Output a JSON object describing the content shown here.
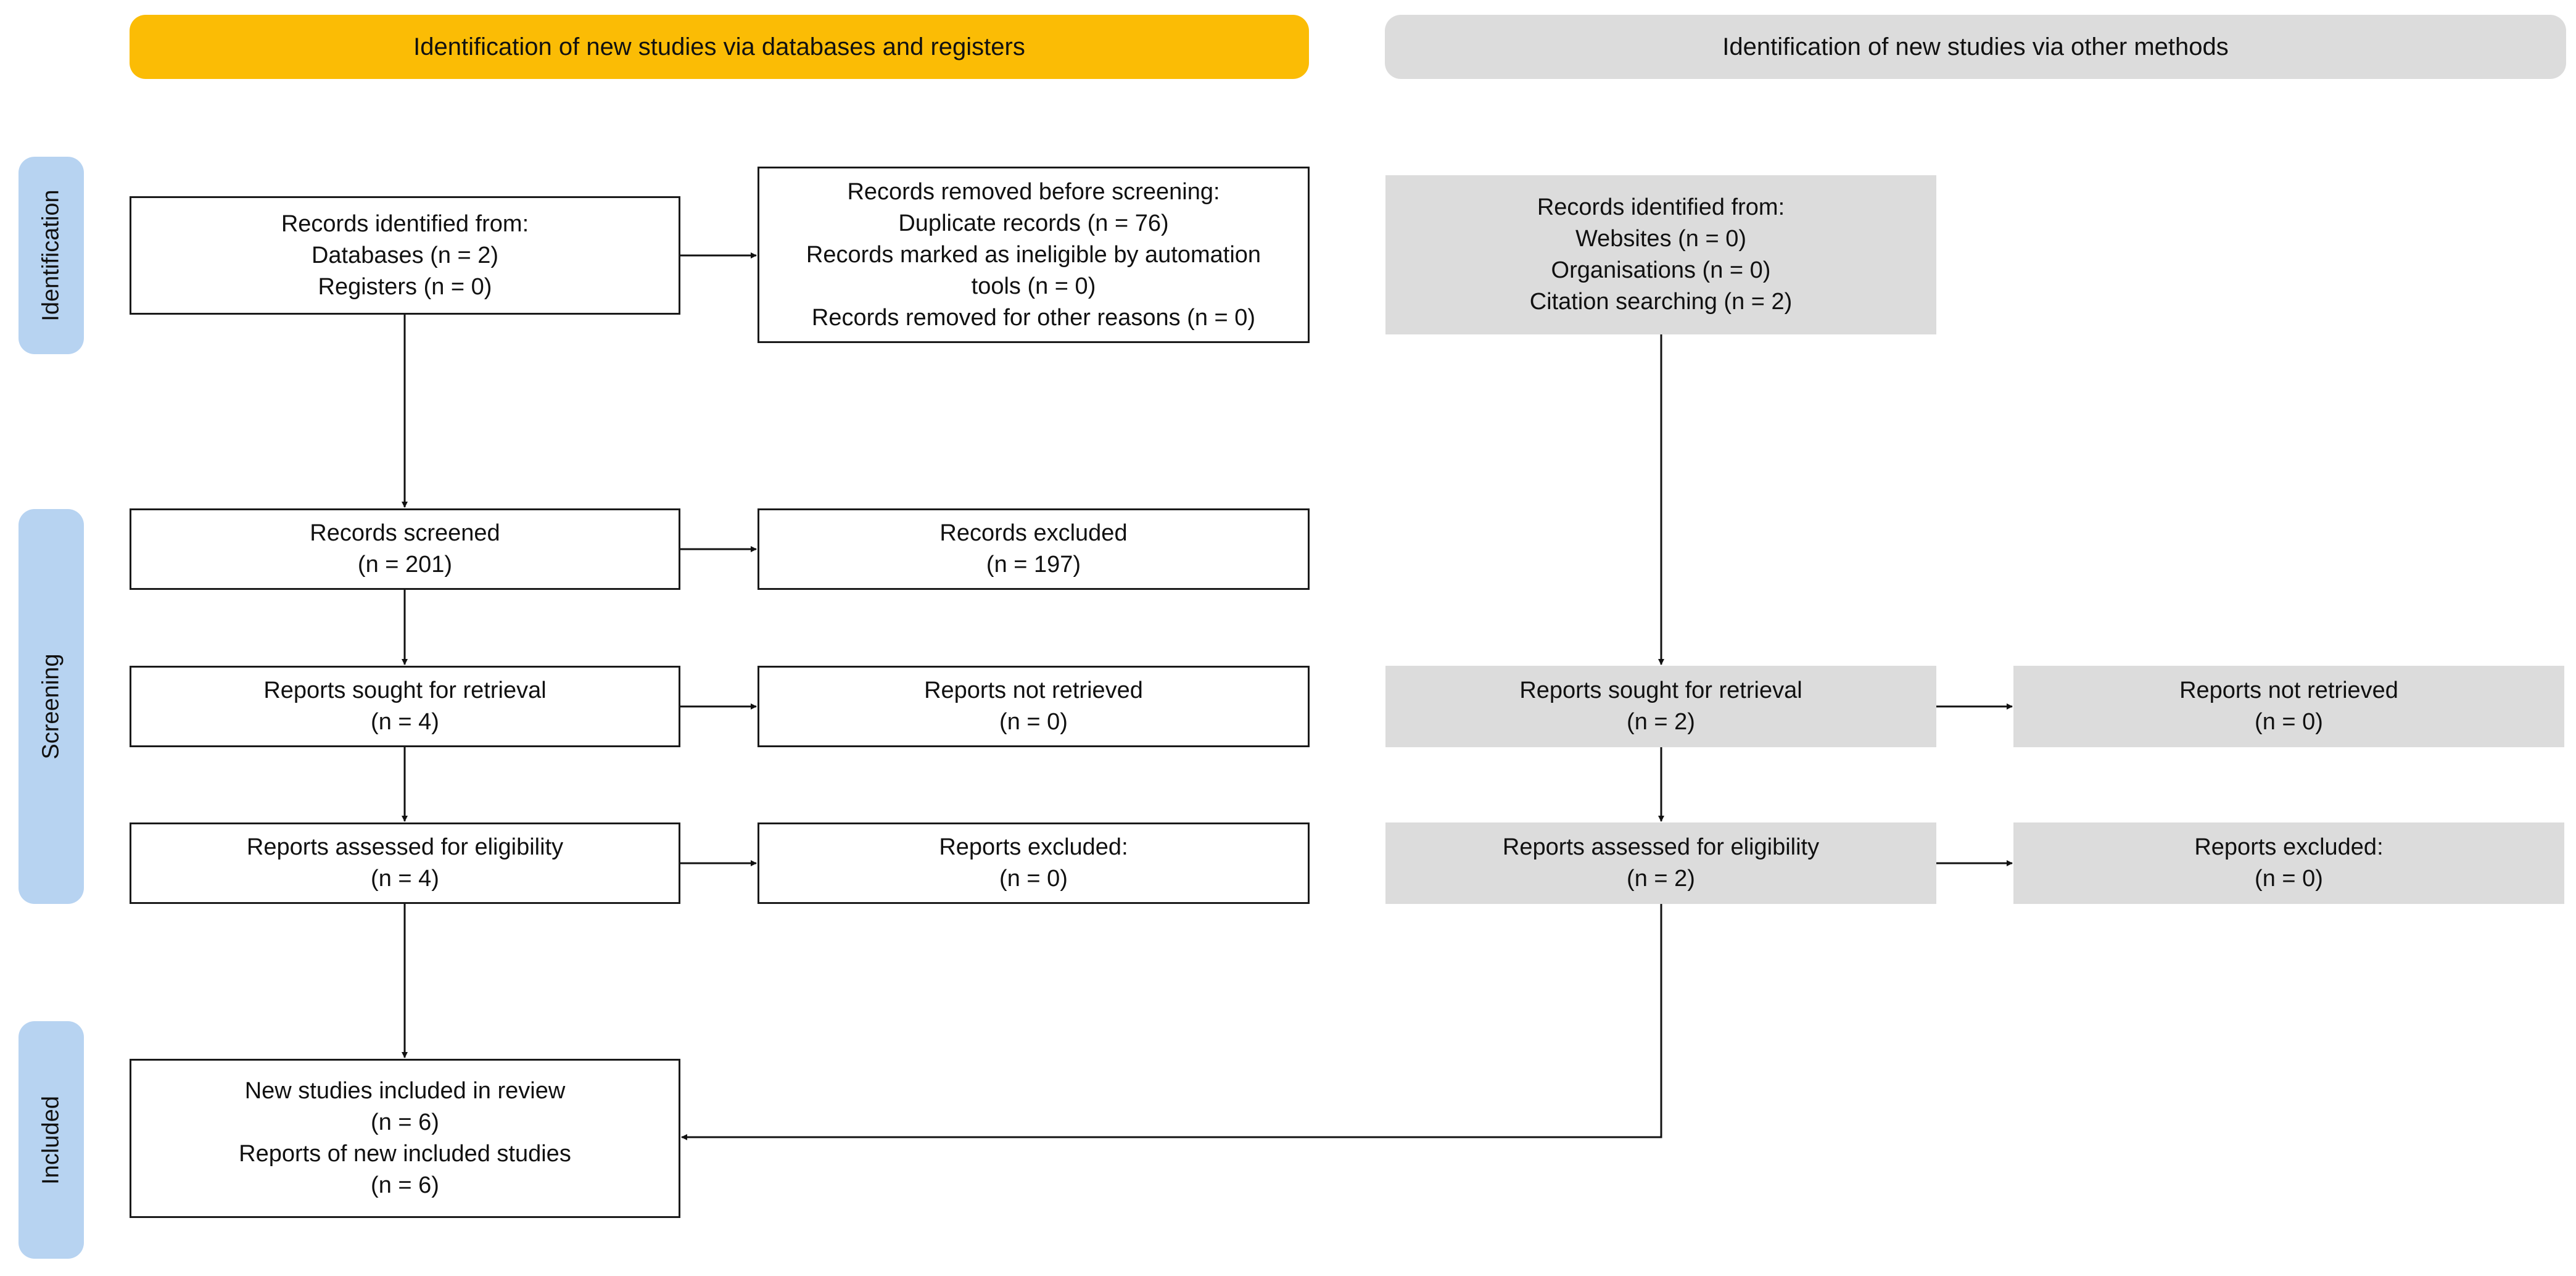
{
  "headers": {
    "databases": "Identification of new studies via databases and registers",
    "other": "Identification of new studies via other methods"
  },
  "stages": {
    "identification": "Identification",
    "screening": "Screening",
    "included": "Included"
  },
  "boxes": {
    "db_identified": [
      "Records identified from:",
      "Databases (n = 2)",
      "Registers (n = 0)"
    ],
    "db_removed": [
      "Records removed before screening:",
      "Duplicate records (n = 76)",
      "Records marked as ineligible by automation",
      "tools (n = 0)",
      "Records removed for other reasons (n = 0)"
    ],
    "db_screened": [
      "Records screened",
      "(n = 201)"
    ],
    "db_excluded": [
      "Records excluded",
      "(n = 197)"
    ],
    "db_sought": [
      "Reports sought for retrieval",
      "(n = 4)"
    ],
    "db_not_retrieved": [
      "Reports not retrieved",
      "(n = 0)"
    ],
    "db_assessed": [
      "Reports assessed for eligibility",
      "(n = 4)"
    ],
    "db_reports_excluded": [
      "Reports excluded:",
      "(n = 0)"
    ],
    "included": [
      "New studies included in review",
      "(n = 6)",
      "Reports of new included studies",
      "(n = 6)"
    ],
    "other_identified": [
      "Records identified from:",
      "Websites (n = 0)",
      "Organisations (n = 0)",
      "Citation searching (n = 2)"
    ],
    "other_sought": [
      "Reports sought for retrieval",
      "(n = 2)"
    ],
    "other_not_retrieved": [
      "Reports not retrieved",
      "(n = 0)"
    ],
    "other_assessed": [
      "Reports assessed for eligibility",
      "(n = 2)"
    ],
    "other_reports_excluded": [
      "Reports excluded:",
      "(n = 0)"
    ]
  },
  "colors": {
    "databases_header": "#fbbc05",
    "other_header": "#dcdcdc",
    "stage_label": "#b7d3f1",
    "other_box": "#dcdcdc"
  }
}
